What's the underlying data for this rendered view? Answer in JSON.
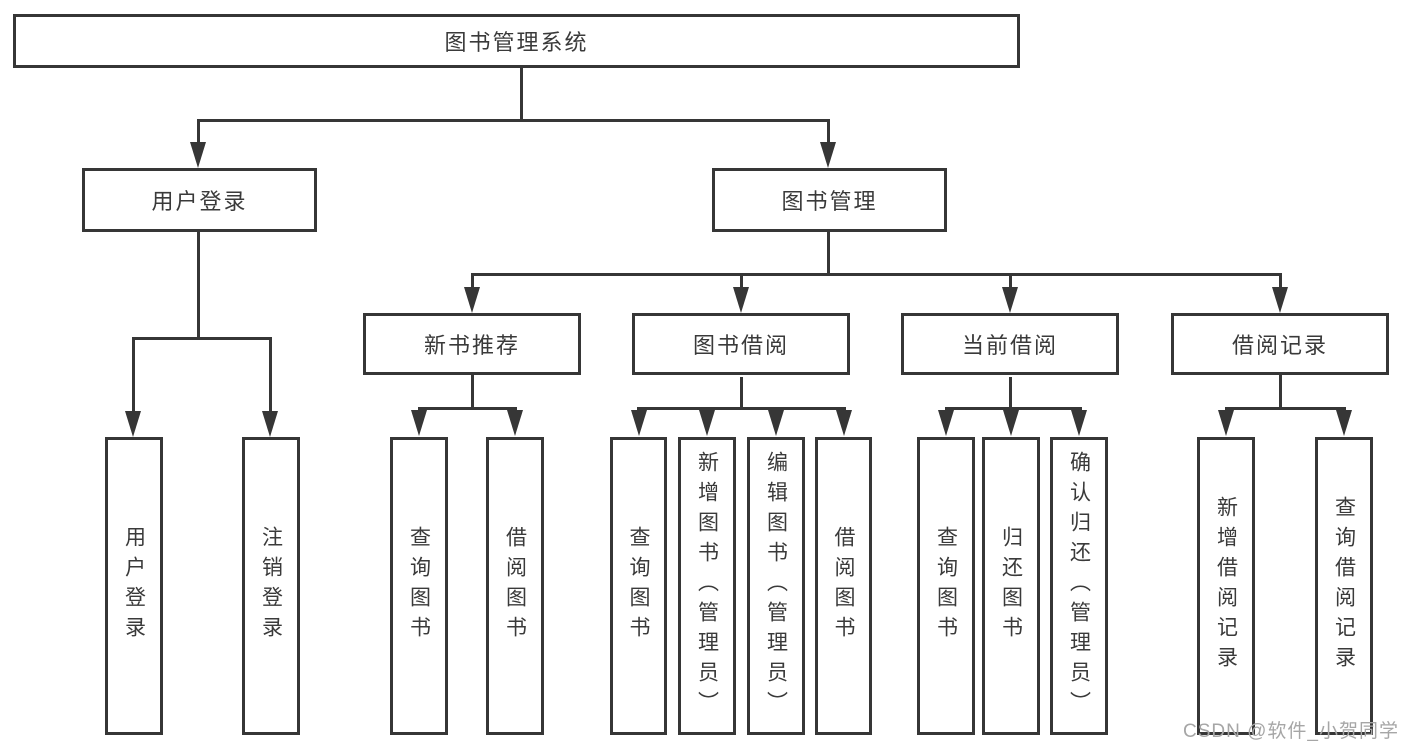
{
  "tree": {
    "root": {
      "label": "图书管理系统"
    },
    "branches": [
      {
        "label": "用户登录",
        "children": [
          {
            "label": "用户登录"
          },
          {
            "label": "注销登录"
          }
        ]
      },
      {
        "label": "图书管理",
        "children": [
          {
            "label": "新书推荐",
            "children": [
              {
                "label": "查询图书"
              },
              {
                "label": "借阅图书"
              }
            ]
          },
          {
            "label": "图书借阅",
            "children": [
              {
                "label": "查询图书"
              },
              {
                "label": "新增图书（管理员）"
              },
              {
                "label": "编辑图书（管理员）"
              },
              {
                "label": "借阅图书"
              }
            ]
          },
          {
            "label": "当前借阅",
            "children": [
              {
                "label": "查询图书"
              },
              {
                "label": "归还图书"
              },
              {
                "label": "确认归还（管理员）"
              }
            ]
          },
          {
            "label": "借阅记录",
            "children": [
              {
                "label": "新增借阅记录"
              },
              {
                "label": "查询借阅记录"
              }
            ]
          }
        ]
      }
    ]
  },
  "watermark": {
    "text": "CSDN @软件_小贺同学"
  },
  "colors": {
    "line": "#363636",
    "text": "#3a3a3a",
    "watermark": "#a6a6a6",
    "background": "#ffffff"
  }
}
